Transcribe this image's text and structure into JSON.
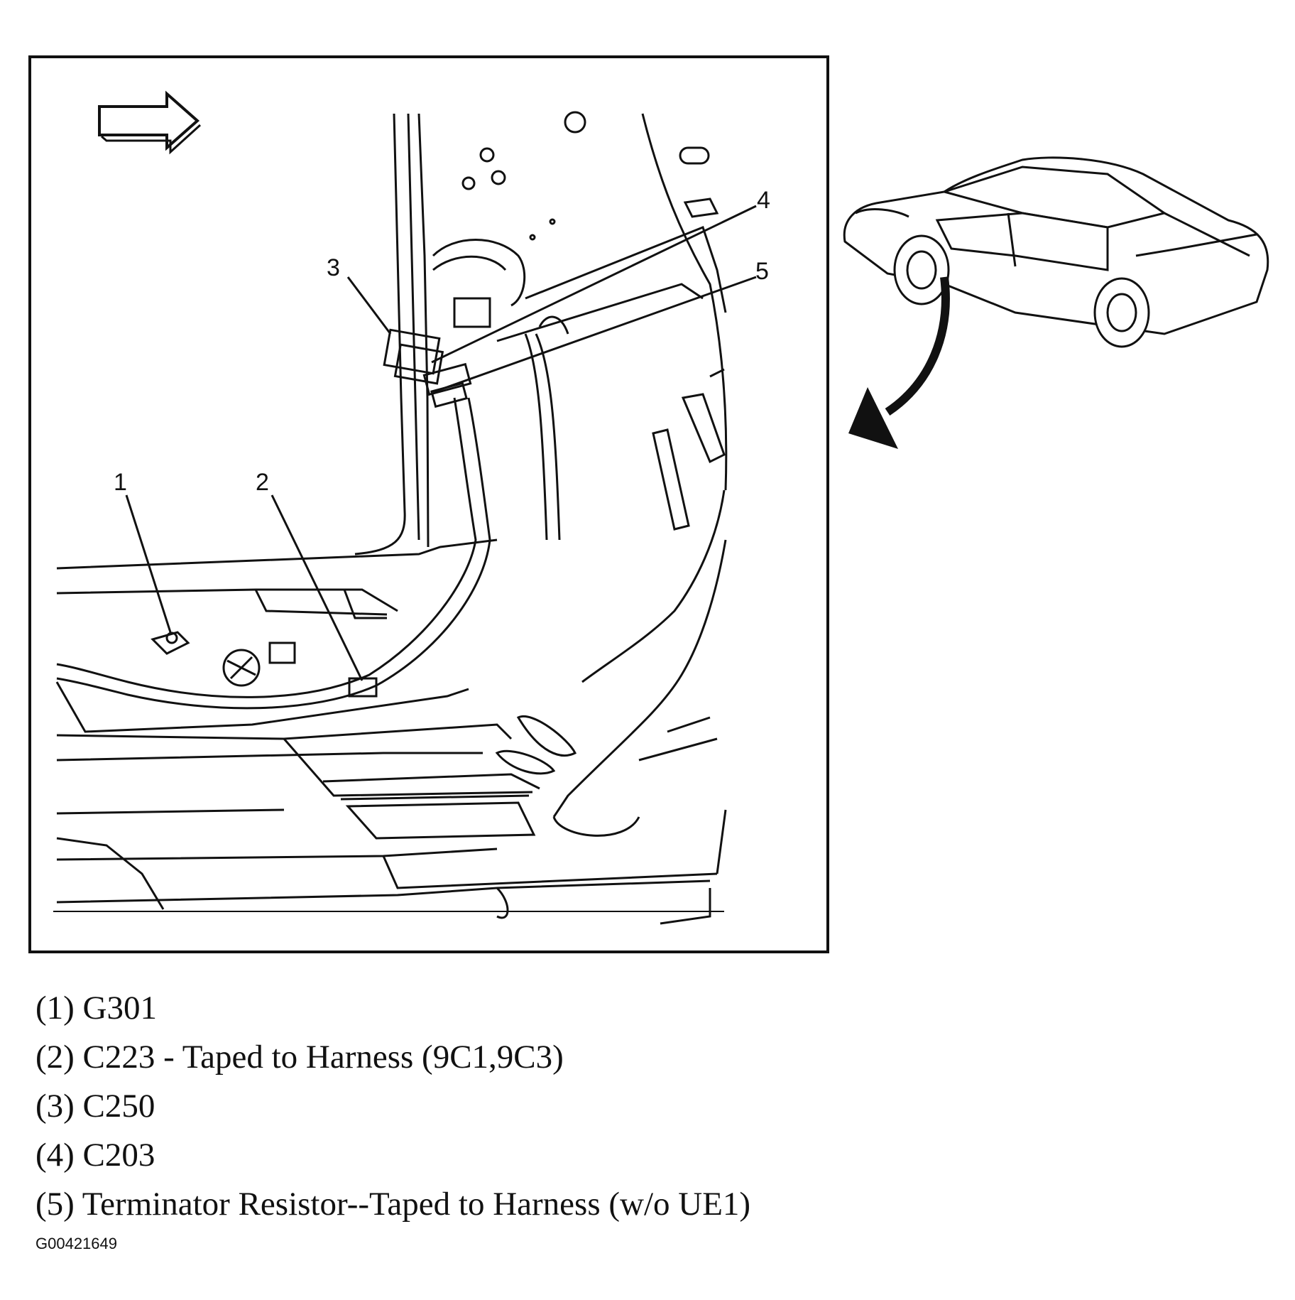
{
  "callouts": [
    {
      "number": "1"
    },
    {
      "number": "2"
    },
    {
      "number": "3"
    },
    {
      "number": "4"
    },
    {
      "number": "5"
    }
  ],
  "legend": [
    "(1) G301",
    "(2) C223 - Taped to Harness (9C1,9C3)",
    "(3) C250",
    "(4) C203",
    "(5) Terminator Resistor--Taped to Harness (w/o UE1)"
  ],
  "figure_id": "G00421649",
  "icons": [
    "forward-arrow-icon",
    "vehicle-locator-icon",
    "pointer-arrow-icon"
  ],
  "colors": {
    "line": "#111111",
    "background": "#ffffff"
  }
}
